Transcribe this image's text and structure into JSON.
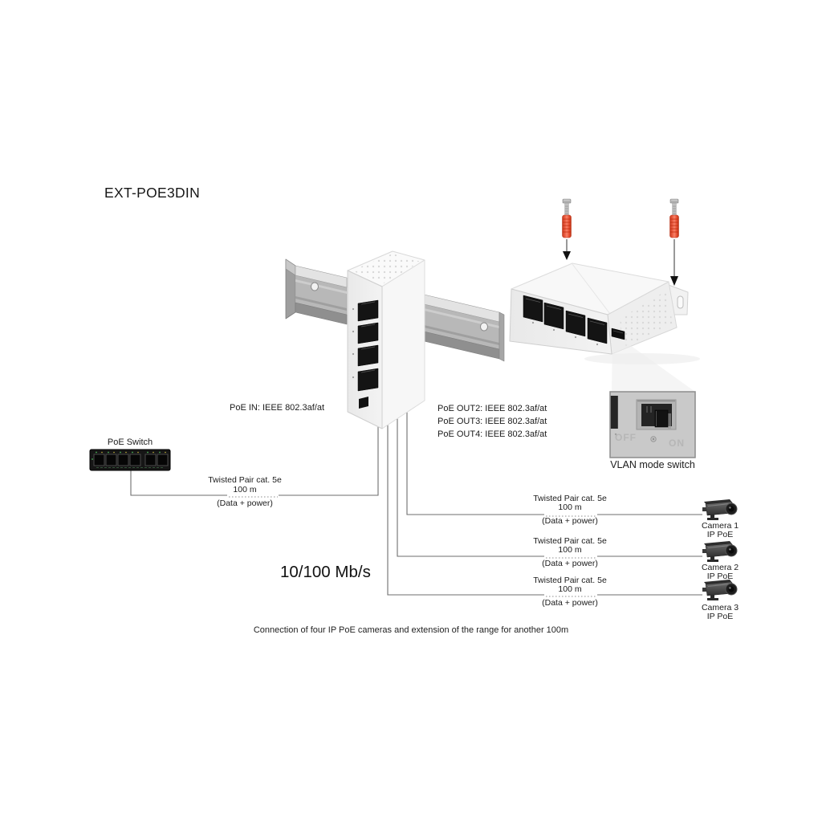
{
  "title": "EXT-POE3DIN",
  "poe_in_label": "PoE IN: IEEE 802.3af/at",
  "poe_out_labels": [
    "PoE OUT2: IEEE 802.3af/at",
    "PoE OUT3: IEEE 802.3af/at",
    "PoE OUT4: IEEE 802.3af/at"
  ],
  "poe_switch": {
    "label": "PoE Switch"
  },
  "cable": {
    "type": "Twisted Pair cat. 5e",
    "length": "100 m",
    "carries": "(Data + power)"
  },
  "speed_label": "10/100 Mb/s",
  "vlan": {
    "caption": "VLAN mode switch",
    "off": "OFF",
    "on": "ON"
  },
  "cameras": [
    {
      "name": "Camera 1",
      "type": "IP PoE"
    },
    {
      "name": "Camera 2",
      "type": "IP PoE"
    },
    {
      "name": "Camera 3",
      "type": "IP PoE"
    }
  ],
  "footer_caption": "Connection of four IP PoE cameras and extension of the range for another 100m",
  "colors": {
    "anchor_orange": "#e8472b",
    "cable_gray": "#6e6e6e",
    "device_white": "#f5f5f5",
    "rail_silver": "#b8b8b8"
  }
}
